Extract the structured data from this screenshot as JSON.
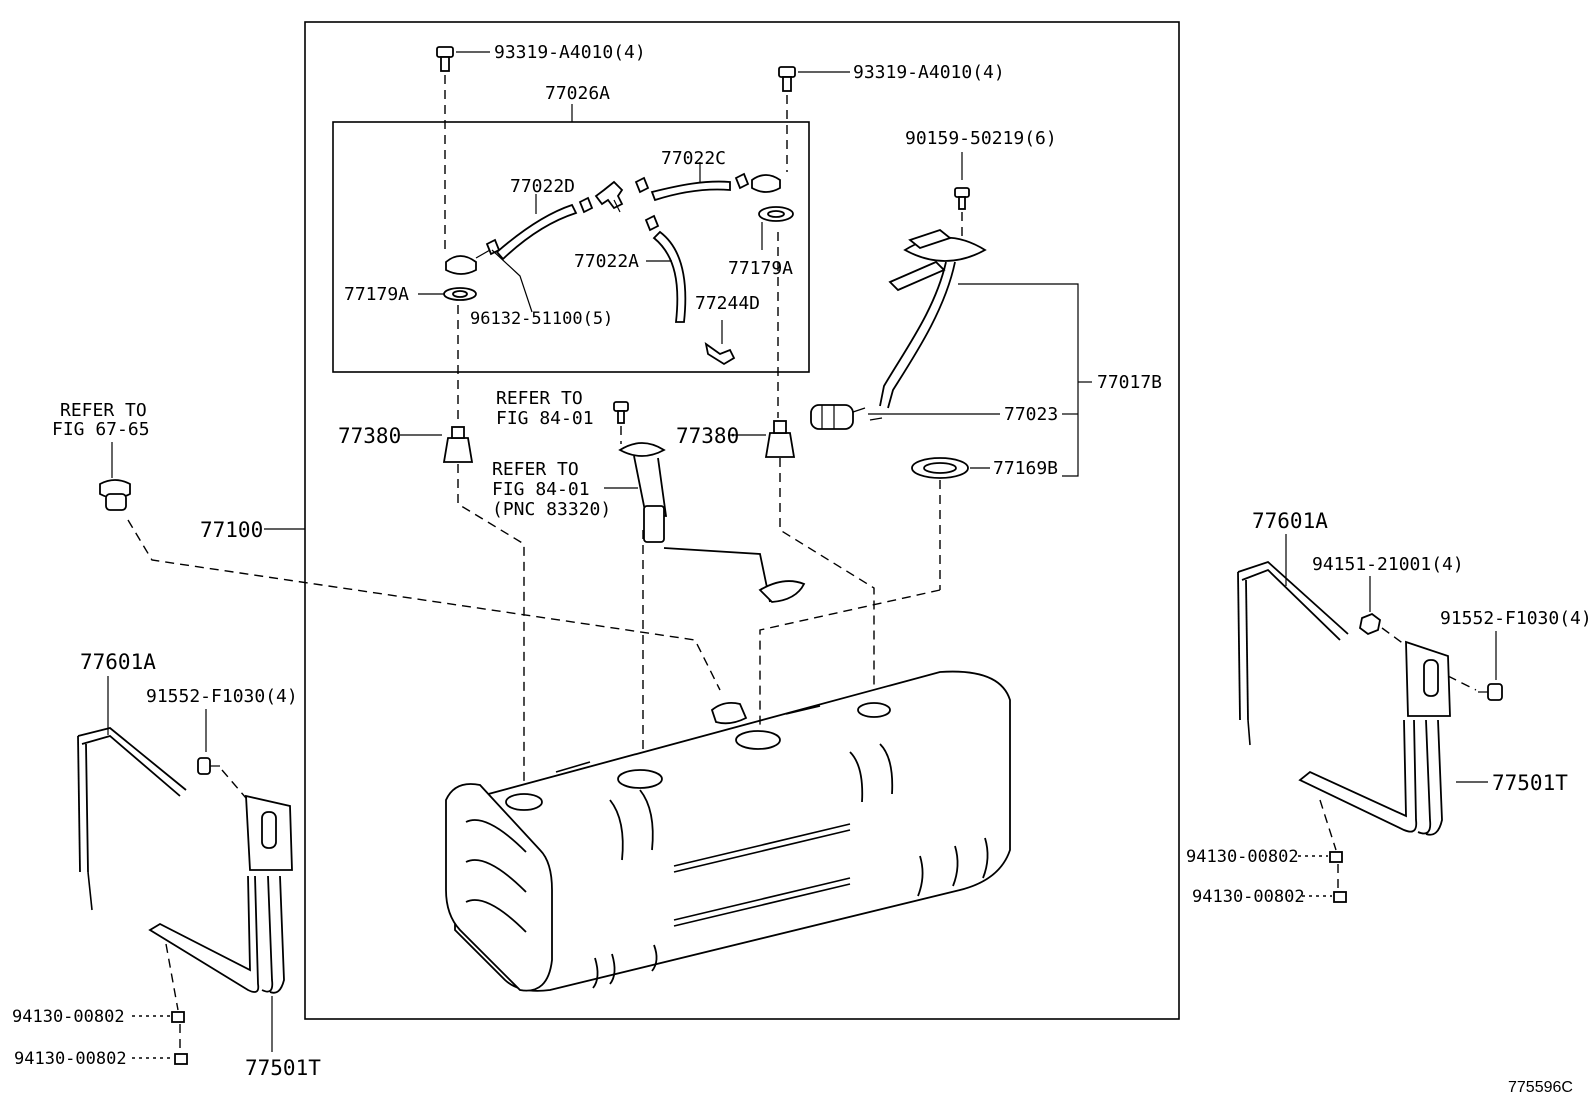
{
  "diagram_id": "775596C",
  "labels": {
    "bolt_left_top": "93319-A4010(4)",
    "bolt_right_top": "93319-A4010(4)",
    "kit_77026A": "77026A",
    "hose_77022C": "77022C",
    "hose_77022D": "77022D",
    "hose_77022A": "77022A",
    "gasket_77179A_right": "77179A",
    "gasket_77179A_left": "77179A",
    "clip_96132": "96132-51100(5)",
    "valve_77244D": "77244D",
    "screw_90159": "90159-50219(6)",
    "pump_77017B": "77017B",
    "filter_77023": "77023",
    "gasket_77169B": "77169B",
    "refer_67_65_line1": "REFER TO",
    "refer_67_65_line2": "FIG 67-65",
    "refer_84_01a_line1": "REFER TO",
    "refer_84_01a_line2": "FIG 84-01",
    "refer_84_01b_line1": "REFER TO",
    "refer_84_01b_line2": "FIG 84-01",
    "refer_84_01b_line3": "(PNC 83320)",
    "cap_77380_left": "77380",
    "cap_77380_right": "77380",
    "tank_77100": "77100",
    "band_77601A_left": "77601A",
    "band_77601A_right": "77601A",
    "bolt_91552_left": "91552-F1030(4)",
    "bolt_91552_right": "91552-F1030(4)",
    "nut_94151": "94151-21001(4)",
    "bracket_77501T_left": "77501T",
    "bracket_77501T_right": "77501T",
    "nut_94130_left_1": "94130-00802",
    "nut_94130_left_2": "94130-00802",
    "nut_94130_right_1": "94130-00802",
    "nut_94130_right_2": "94130-00802"
  }
}
